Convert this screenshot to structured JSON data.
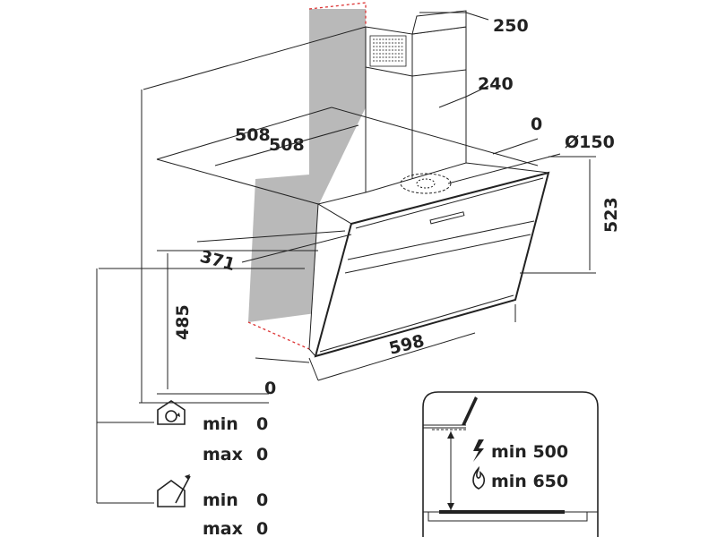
{
  "dimensions": {
    "chimney_width": "250",
    "chimney_depth": "240",
    "hood_depth_outer": "508",
    "hood_depth_inner": "508",
    "rear_offset": "0",
    "duct_diameter": "Ø150",
    "front_height": "523",
    "side_depth": "371",
    "mount_height": "485",
    "width": "598",
    "bottom_offset": "0"
  },
  "legend": {
    "recirculation": {
      "icon": "recirculation-icon",
      "min_label": "min",
      "min_value": "0",
      "max_label": "max",
      "max_value": "0"
    },
    "extraction": {
      "icon": "extraction-icon",
      "min_label": "min",
      "min_value": "0",
      "max_label": "max",
      "max_value": "0"
    }
  },
  "installation_distance": {
    "electric": {
      "icon": "lightning-icon",
      "label": "min 500"
    },
    "gas": {
      "icon": "flame-icon",
      "label": "min 650"
    }
  },
  "colors": {
    "wall": "#b9b9b9",
    "red_dash": "#d33333",
    "line": "#222222"
  }
}
